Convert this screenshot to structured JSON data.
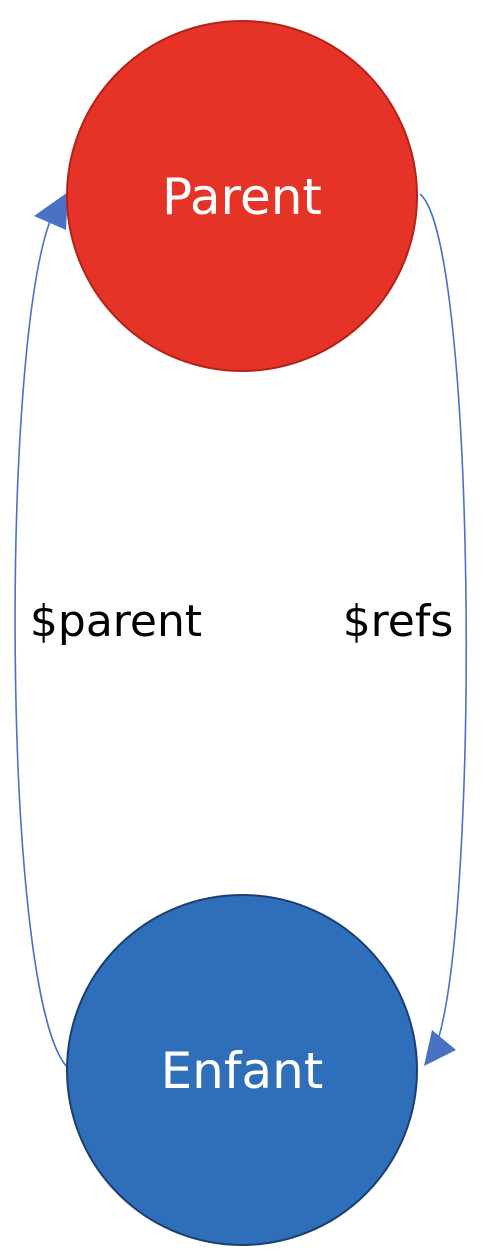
{
  "nodes": {
    "parent": {
      "label": "Parent",
      "fill": "#e63327",
      "stroke": "#b32218"
    },
    "enfant": {
      "label": "Enfant",
      "fill": "#2f6fba",
      "stroke": "#1b3f73"
    }
  },
  "edges": {
    "parent_ref": {
      "label": "$parent",
      "color": "#4a72c4"
    },
    "refs": {
      "label": "$refs",
      "color": "#4a72c4"
    }
  }
}
